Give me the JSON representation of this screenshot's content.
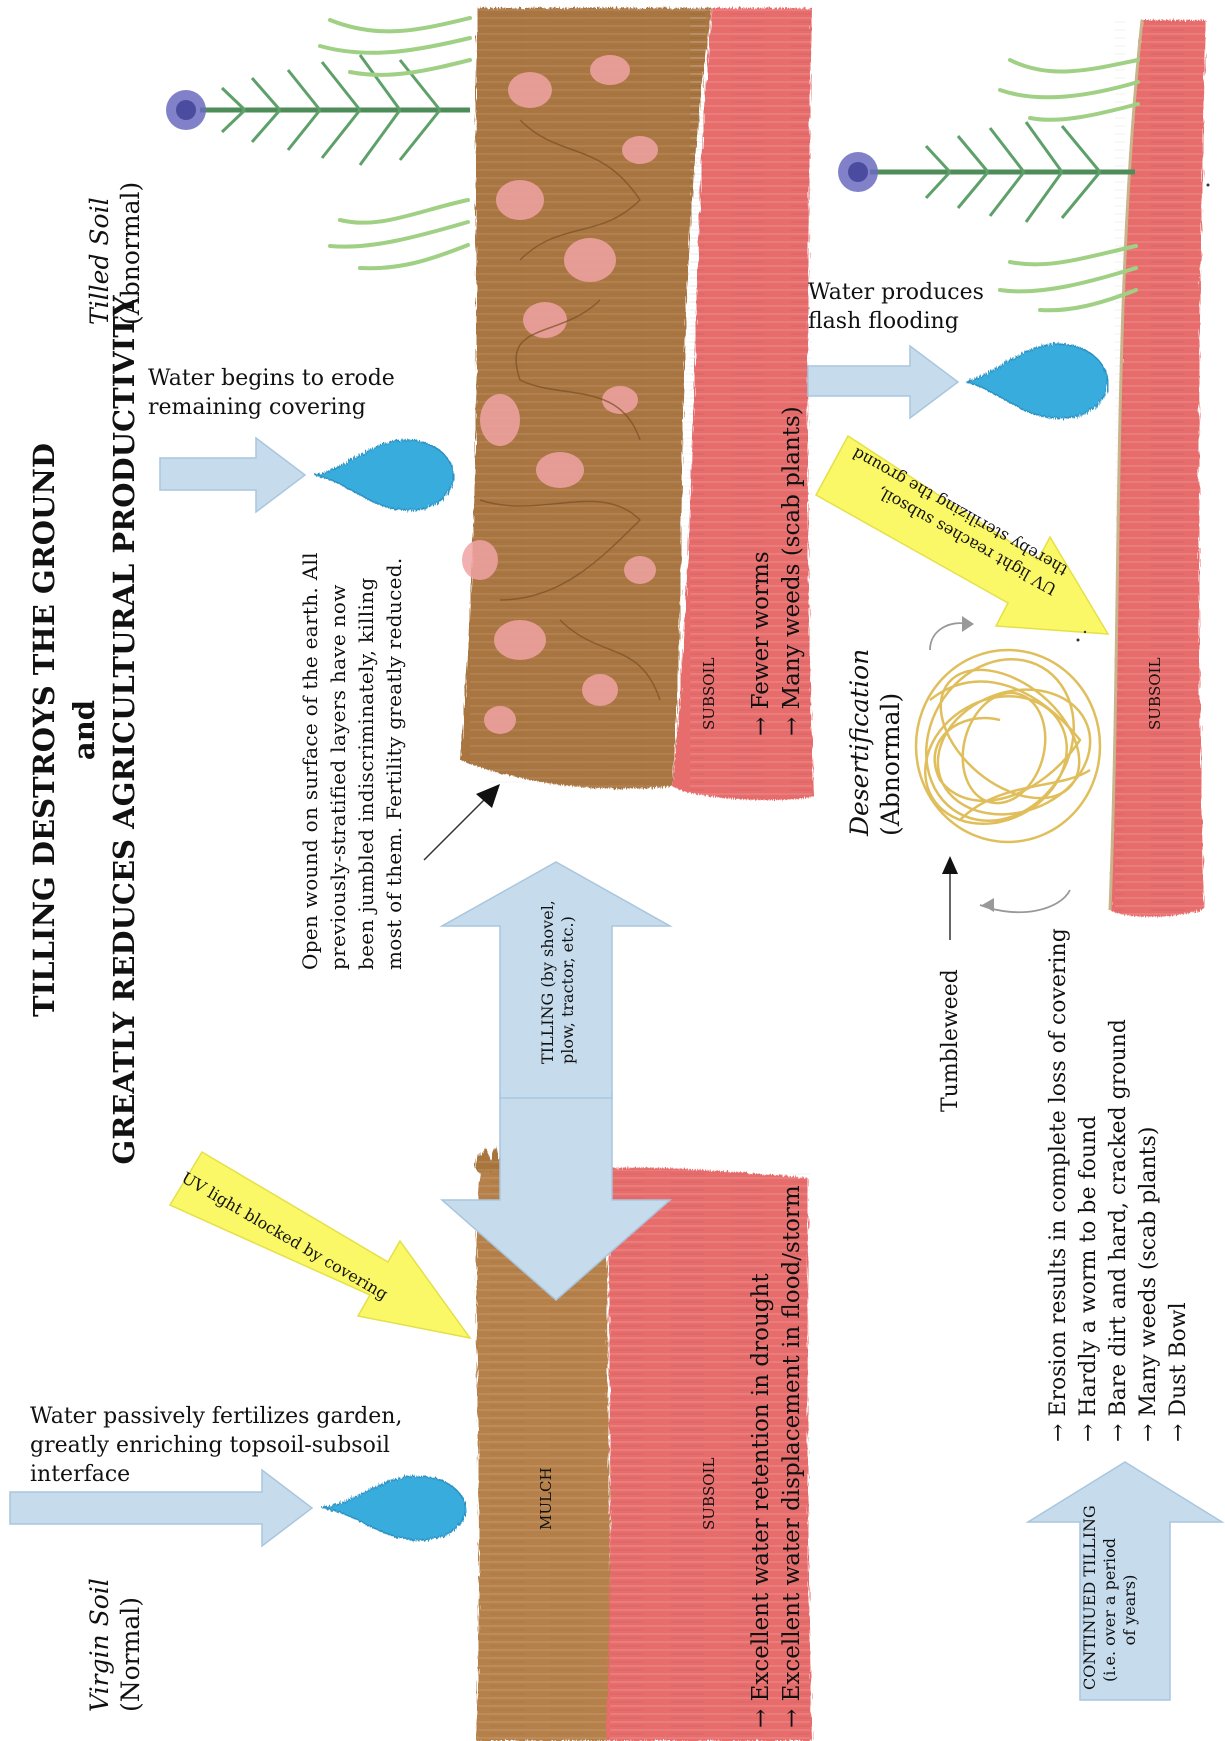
{
  "title": {
    "line1": "TILLING DESTROYS THE GROUND",
    "line2": "and",
    "line3": "GREATLY REDUCES AGRICULTURAL PRODUCTIVITY"
  },
  "stages": {
    "virgin": {
      "name": "Virgin Soil",
      "kind": "(Normal)",
      "water_text": [
        "Water passively fertilizes garden,",
        "greatly enriching topsoil-subsoil",
        "interface"
      ],
      "uv_text": "UV light blocked by covering",
      "mulch_label": "MULCH",
      "subsoil_label": "SUBSOIL",
      "notes": [
        "→ Excellent water retention in drought",
        "→ Excellent water displacement in flood/storm"
      ]
    },
    "tilling_step": {
      "lines": [
        "TILLING (by shovel,",
        "plow, tractor, etc.)"
      ]
    },
    "tilled": {
      "name": "Tilled Soil",
      "kind": "(Abnormal)",
      "water_text": [
        "Water begins to erode",
        "remaining covering"
      ],
      "wound_text": [
        "Open wound on surface of the earth.  All",
        "previously-stratified layers have now",
        "been jumbled indiscriminately, killing",
        "most of them.  Fertility greatly reduced."
      ],
      "subsoil_label": "SUBSOIL",
      "notes": [
        "→ Fewer worms",
        "→ Many weeds (scab plants)"
      ]
    },
    "continued_step": {
      "lines": [
        "CONTINUED TILLING",
        "(i.e. over a period",
        "of years)"
      ]
    },
    "desert": {
      "name": "Desertification",
      "kind": "(Abnormal)",
      "water_text": [
        "Water produces",
        "flash flooding"
      ],
      "uv_text": [
        "UV light reaches subsoil,",
        "thereby sterilizing the ground"
      ],
      "tumbleweed_label": "Tumbleweed",
      "subsoil_label": "SUBSOIL",
      "notes": [
        "→ Erosion results in complete loss of covering",
        "→ Hardly a worm to be found",
        "→ Bare dirt and hard, cracked ground",
        "→ Many weeds (scab plants)",
        "→ Dust Bowl"
      ]
    }
  },
  "colors": {
    "arrow_blue": "#c6dcec",
    "arrow_blue_edge": "#a9c6de",
    "uv_yellow": "#fbf868",
    "water_blue": "#3aaedc",
    "mulch_brown": "#b07c44",
    "subsoil_red": "#e66a6a",
    "plant_green": "#5ea06a",
    "grass_green": "#9fd084",
    "flower_violet": "#6b6bbf",
    "tumbleweed_yellow": "#dcb84a"
  }
}
